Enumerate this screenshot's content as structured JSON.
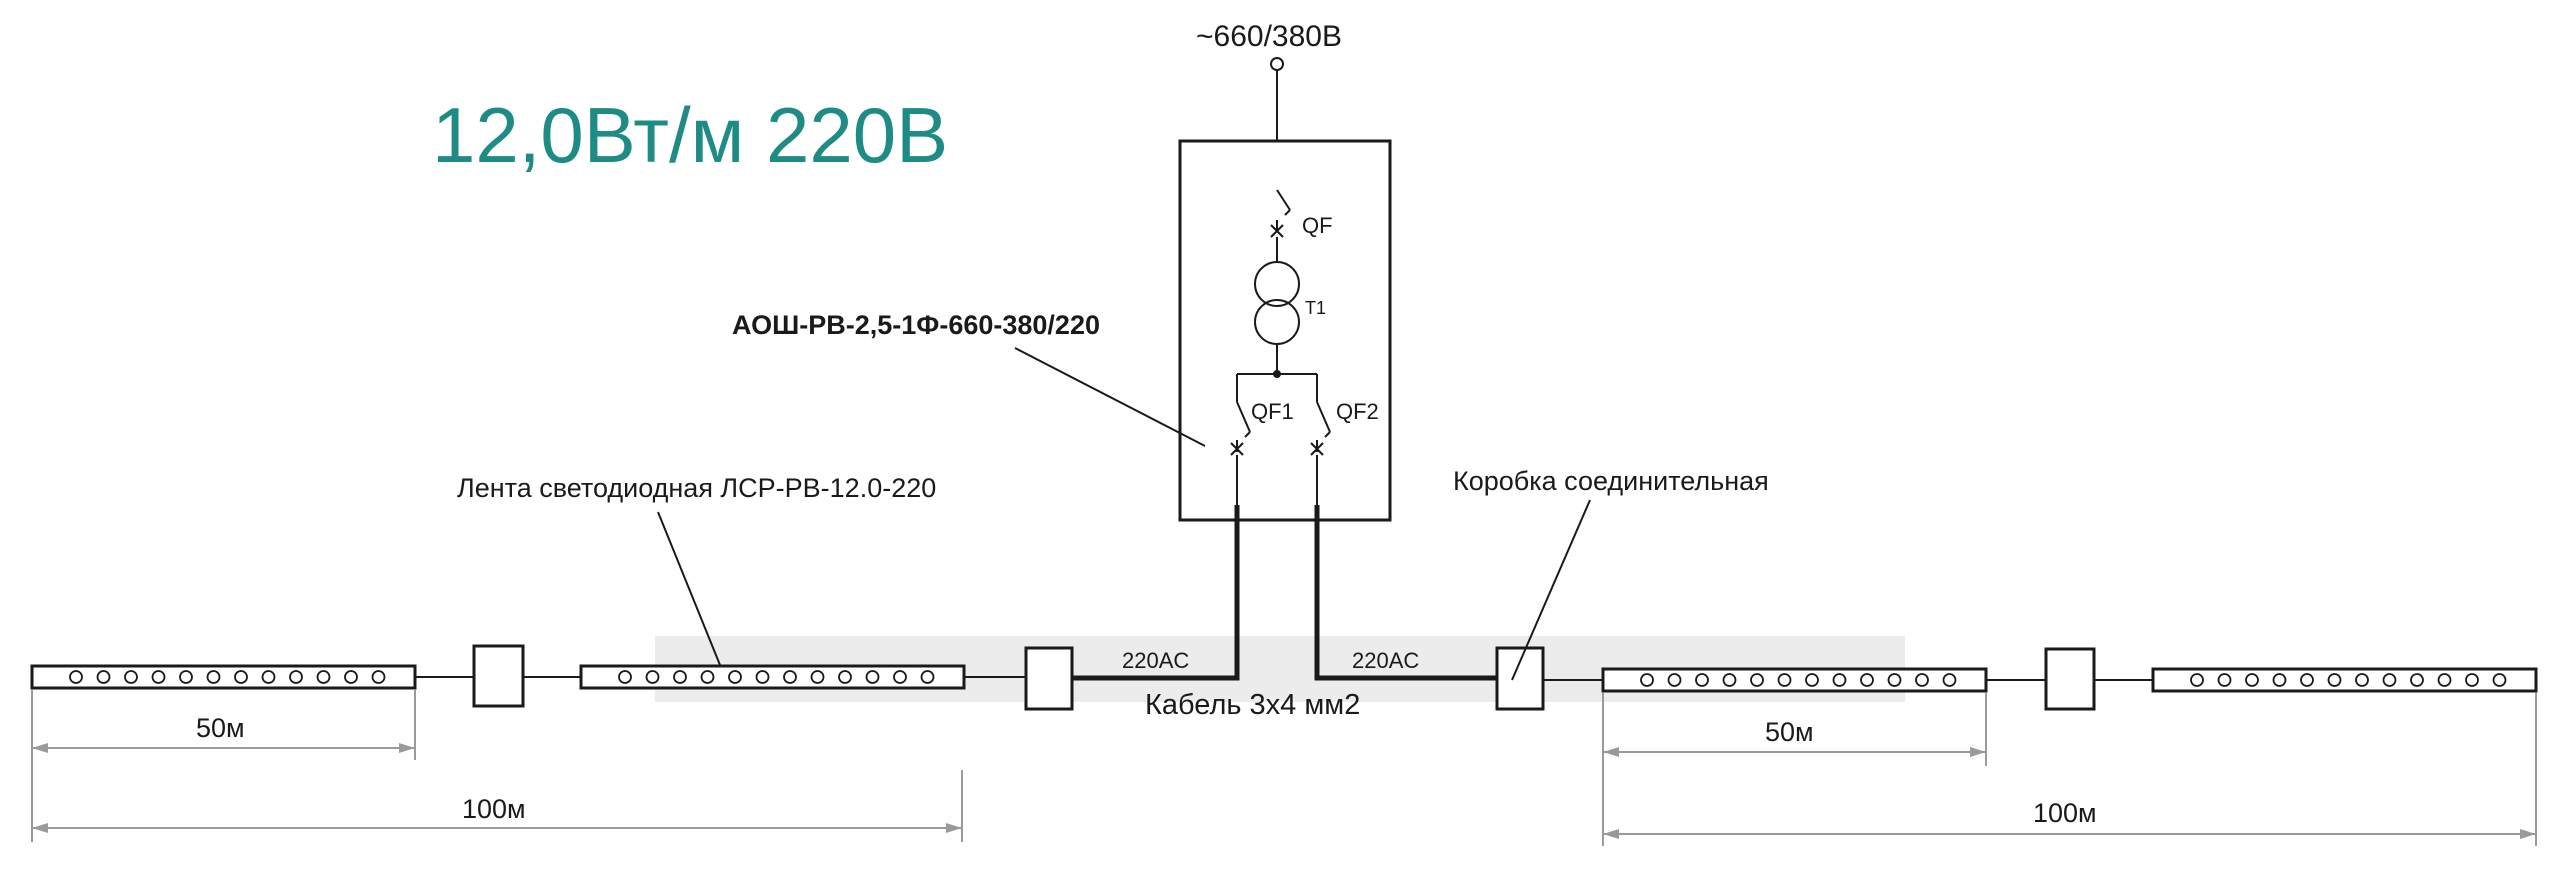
{
  "title": "12,0Вт/м 220В",
  "supply_label": "~660/380В",
  "device_label": "АОШ-РВ-2,5-1Ф-660-380/220",
  "breaker_main": "QF",
  "transformer": "T1",
  "breaker_1": "QF1",
  "breaker_2": "QF2",
  "led_strip_label": "Лента светодиодная ЛСР-РВ-12.0-220",
  "junction_box_label": "Коробка соединительная",
  "output_left": "220AC",
  "output_right": "220AC",
  "cable_label": "Кабель 3х4 мм2",
  "dim_left_segment": "50м",
  "dim_left_total": "100м",
  "dim_right_segment": "50м",
  "dim_right_total": "100м",
  "colors": {
    "title": "#1e8c84",
    "line": "#1a1a1a",
    "dimension": "#9a9a9a"
  }
}
